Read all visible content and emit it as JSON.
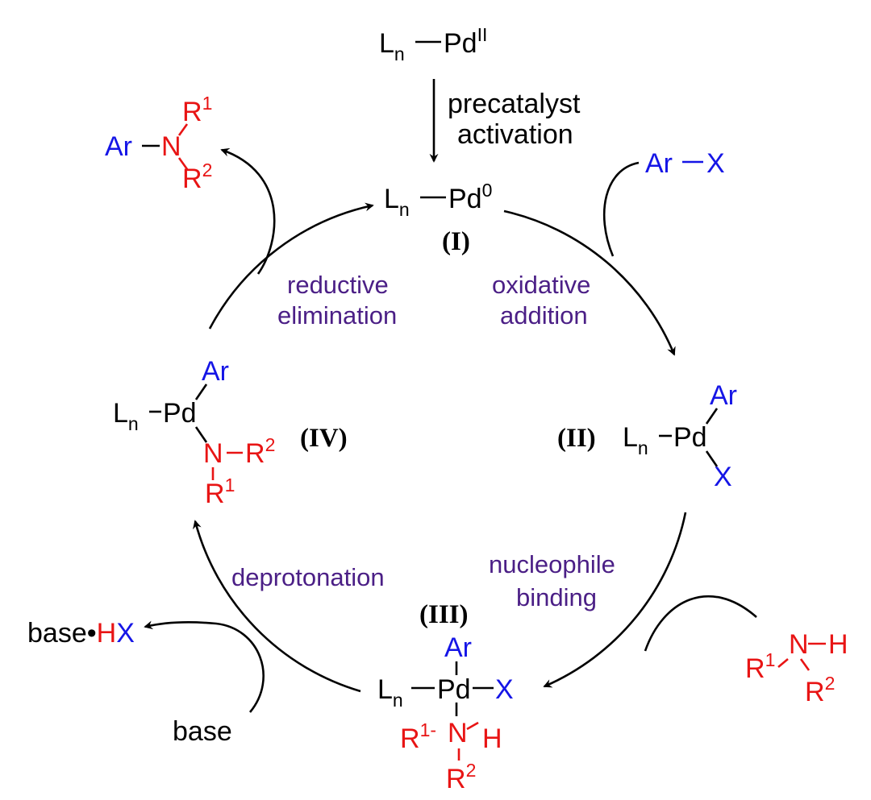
{
  "colors": {
    "ligand": "#000000",
    "aryl": "#1515e6",
    "amine": "#e81414",
    "step": "#4b1f86"
  },
  "precatalyst": {
    "L": "L",
    "n": "n",
    "Pd": "Pd",
    "ox": "II"
  },
  "activation": {
    "line1": "precatalyst",
    "line2": "activation"
  },
  "catalyst_I": {
    "L": "L",
    "n": "n",
    "Pd": "Pd",
    "ox": "0",
    "label": "(I)"
  },
  "aryl_halide": {
    "Ar": "Ar",
    "X": "X"
  },
  "steps": {
    "oxidative": {
      "line1": "oxidative",
      "line2": "addition"
    },
    "reductive": {
      "line1": "reductive",
      "line2": "elimination"
    },
    "nucleophile": {
      "line1": "nucleophile",
      "line2": "binding"
    },
    "deprotonation": {
      "line1": "deprotonation"
    }
  },
  "complex_II": {
    "label": "(II)",
    "L": "L",
    "n": "n",
    "Pd": "Pd",
    "Ar": "Ar",
    "X": "X"
  },
  "complex_III": {
    "label": "(III)",
    "L": "L",
    "n": "n",
    "Pd": "Pd",
    "Ar": "Ar",
    "X": "X",
    "R1": "R",
    "R1sup": "1-",
    "N": "N",
    "H": "H",
    "R2": "R",
    "R2sup": "2"
  },
  "complex_IV": {
    "label": "(IV)",
    "L": "L",
    "n": "n",
    "Pd": "Pd",
    "Ar": "Ar",
    "N": "N",
    "R2": "R",
    "R2sup": "2",
    "R1": "R",
    "R1sup": "1"
  },
  "product": {
    "Ar": "Ar",
    "N": "N",
    "R1": "R",
    "R1sup": "1",
    "R2": "R",
    "R2sup": "2"
  },
  "amine": {
    "R1": "R",
    "R1sup": "1",
    "N": "N",
    "H": "H",
    "R2": "R",
    "R2sup": "2"
  },
  "base_salt": {
    "base": "base",
    "dot": "•",
    "H": "H",
    "X": "X"
  },
  "base": {
    "label": "base"
  }
}
